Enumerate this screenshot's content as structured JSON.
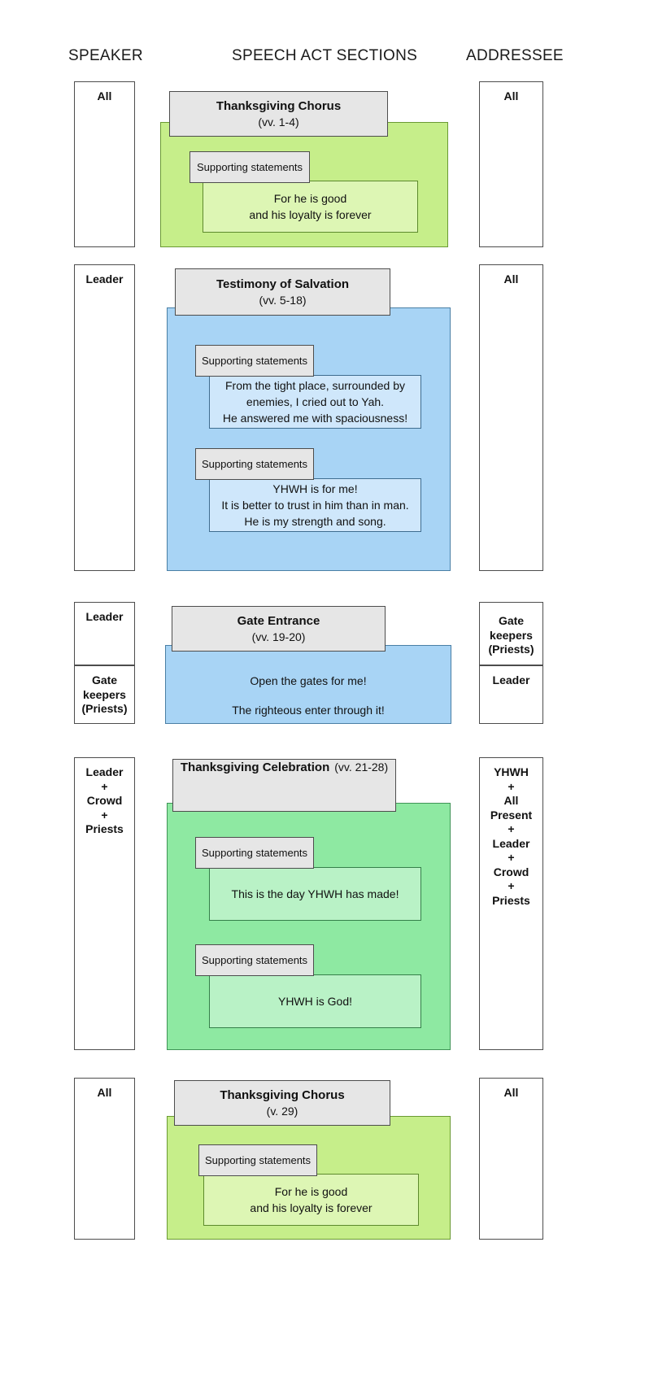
{
  "headers": {
    "speaker": "SPEAKER",
    "sections": "SPEECH ACT SECTIONS",
    "addressee": "ADDRESSEE"
  },
  "labels": {
    "supporting_statements": "Supporting statements"
  },
  "colors": {
    "lime_panel": "#c6ee8a",
    "lime_panel_border": "#6a9a33",
    "blue_panel": "#a8d4f5",
    "blue_panel_border": "#4a7fa5",
    "green_panel": "#8ee9a2",
    "green_panel_border": "#3f9456",
    "title_box": "#e6e6e6",
    "title_box_border": "#4d4d4d",
    "lime_quote": "#ddf6b4",
    "blue_quote": "#cfe7fb",
    "green_quote": "#b9f2c6"
  },
  "sections": [
    {
      "id": "thanksgiving-chorus-1",
      "title": "Thanksgiving Chorus",
      "verse": "(vv. 1-4)",
      "title_inline": false,
      "color": "lime",
      "speakers": [
        "All"
      ],
      "addressees": [
        "All"
      ],
      "supports": [
        {
          "label": "Supporting statements",
          "text": "For he is good\nand his loyalty is forever"
        }
      ],
      "plain_texts": []
    },
    {
      "id": "testimony-of-salvation",
      "title": "Testimony of Salvation",
      "verse": "(vv. 5-18)",
      "title_inline": false,
      "color": "blue",
      "speakers": [
        "Leader"
      ],
      "addressees": [
        "All"
      ],
      "supports": [
        {
          "label": "Supporting statements",
          "text": "From the tight place, surrounded by\nenemies, I cried out to Yah.\nHe answered me with spaciousness!"
        },
        {
          "label": "Supporting statements",
          "text": "YHWH is for me!\nIt is better to trust in him than in man.\nHe is my strength and song."
        }
      ],
      "plain_texts": []
    },
    {
      "id": "gate-entrance",
      "title": "Gate Entrance",
      "verse": "(vv. 19-20)",
      "title_inline": false,
      "color": "blue",
      "speakers": [
        "Leader",
        "Gate\nkeepers\n(Priests)"
      ],
      "addressees": [
        "Gate\nkeepers\n(Priests)",
        "Leader"
      ],
      "supports": [],
      "plain_texts": [
        "Open the gates for me!",
        "The righteous enter through it!"
      ]
    },
    {
      "id": "thanksgiving-celebration",
      "title": "Thanksgiving Celebration",
      "verse": "(vv. 21-28)",
      "title_inline": true,
      "color": "green",
      "speakers": [
        "Leader\n+\nCrowd\n+\nPriests"
      ],
      "addressees": [
        "YHWH\n+\nAll\nPresent\n+\nLeader\n+\nCrowd\n+\nPriests"
      ],
      "supports": [
        {
          "label": "Supporting statements",
          "text": "This is the day YHWH has made!"
        },
        {
          "label": "Supporting statements",
          "text": "YHWH is God!"
        }
      ],
      "plain_texts": []
    },
    {
      "id": "thanksgiving-chorus-2",
      "title": "Thanksgiving Chorus",
      "verse": "(v. 29)",
      "title_inline": false,
      "color": "lime",
      "speakers": [
        "All"
      ],
      "addressees": [
        "All"
      ],
      "supports": [
        {
          "label": "Supporting statements",
          "text": "For he is good\nand his loyalty is forever"
        }
      ],
      "plain_texts": []
    }
  ]
}
